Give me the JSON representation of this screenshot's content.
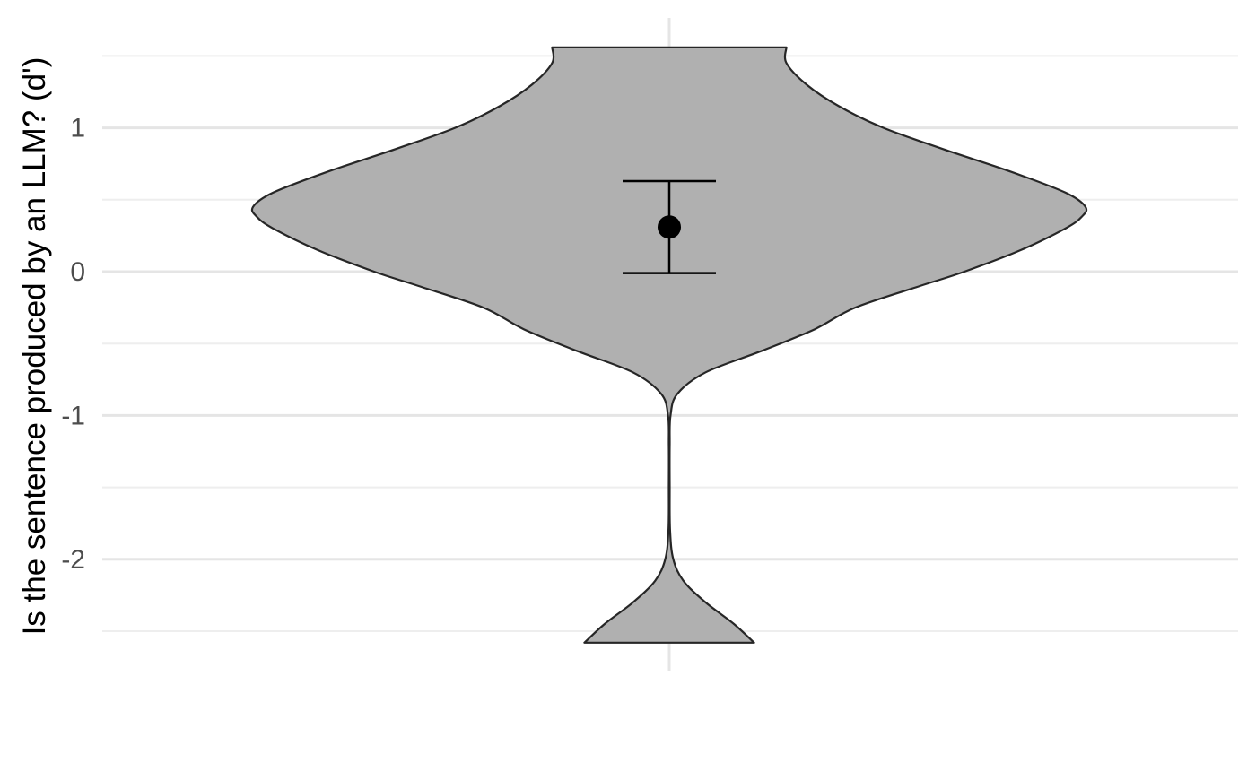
{
  "chart_data": {
    "type": "violin",
    "ylabel": "Is the sentence produced by an LLM? (d')",
    "xlabel": "",
    "ylim": [
      -2.75,
      1.78
    ],
    "y_ticks": [
      1,
      0,
      -1,
      -2
    ],
    "y_tick_labels": [
      "1",
      "0",
      "-1",
      "-2"
    ],
    "grid": true,
    "violin": {
      "y_min": -2.58,
      "y_max": 1.56,
      "fill": "#b0b0b0",
      "outline": "#262626",
      "density_profile": [
        {
          "y": -2.58,
          "w": 0.21
        },
        {
          "y": -2.45,
          "w": 0.16
        },
        {
          "y": -2.3,
          "w": 0.09
        },
        {
          "y": -2.15,
          "w": 0.035
        },
        {
          "y": -2.0,
          "w": 0.01
        },
        {
          "y": -1.8,
          "w": 0.002
        },
        {
          "y": -1.5,
          "w": 0.001
        },
        {
          "y": -1.2,
          "w": 0.001
        },
        {
          "y": -1.0,
          "w": 0.003
        },
        {
          "y": -0.85,
          "w": 0.02
        },
        {
          "y": -0.7,
          "w": 0.09
        },
        {
          "y": -0.55,
          "w": 0.23
        },
        {
          "y": -0.4,
          "w": 0.36
        },
        {
          "y": -0.25,
          "w": 0.46
        },
        {
          "y": -0.1,
          "w": 0.62
        },
        {
          "y": 0.0,
          "w": 0.73
        },
        {
          "y": 0.15,
          "w": 0.87
        },
        {
          "y": 0.3,
          "w": 0.98
        },
        {
          "y": 0.38,
          "w": 1.02
        },
        {
          "y": 0.45,
          "w": 1.03
        },
        {
          "y": 0.55,
          "w": 0.98
        },
        {
          "y": 0.7,
          "w": 0.84
        },
        {
          "y": 0.85,
          "w": 0.68
        },
        {
          "y": 1.0,
          "w": 0.53
        },
        {
          "y": 1.15,
          "w": 0.42
        },
        {
          "y": 1.3,
          "w": 0.34
        },
        {
          "y": 1.45,
          "w": 0.29
        },
        {
          "y": 1.56,
          "w": 0.29
        }
      ]
    },
    "summary": {
      "mean": 0.31,
      "ci_low": -0.01,
      "ci_high": 0.63,
      "point_color": "#000000"
    }
  }
}
